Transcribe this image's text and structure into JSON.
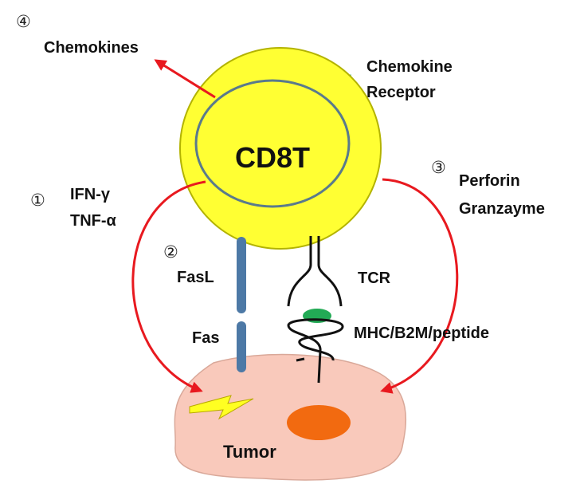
{
  "cell": {
    "label": "CD8T"
  },
  "tumor": {
    "label": "Tumor"
  },
  "pathways": {
    "p4": {
      "number": "④",
      "label": "Chemokines"
    },
    "p1": {
      "number": "①",
      "line1": "IFN-γ",
      "line2": "TNF-α"
    },
    "p2": {
      "number": "②",
      "fasl": "FasL",
      "fas": "Fas"
    },
    "p3": {
      "number": "③",
      "line1": "Perforin",
      "line2": "Granzayme"
    }
  },
  "receptor": {
    "line1": "Chemokine",
    "line2": "Receptor"
  },
  "tcr": {
    "label": "TCR"
  },
  "mhc": {
    "label": "MHC/B2M/peptide"
  },
  "colors": {
    "cell_fill": "#ffff33",
    "cell_ring": "#5a7a8c",
    "arrow": "#e8191f",
    "tumor_fill": "#f9c9bb",
    "tumor_stroke": "#d9a899",
    "nucleus": "#f26a10",
    "fas": "#4d79a6",
    "bolt": "#ffff22",
    "receptor": "#33cc66",
    "peptide": "#22aa55"
  }
}
